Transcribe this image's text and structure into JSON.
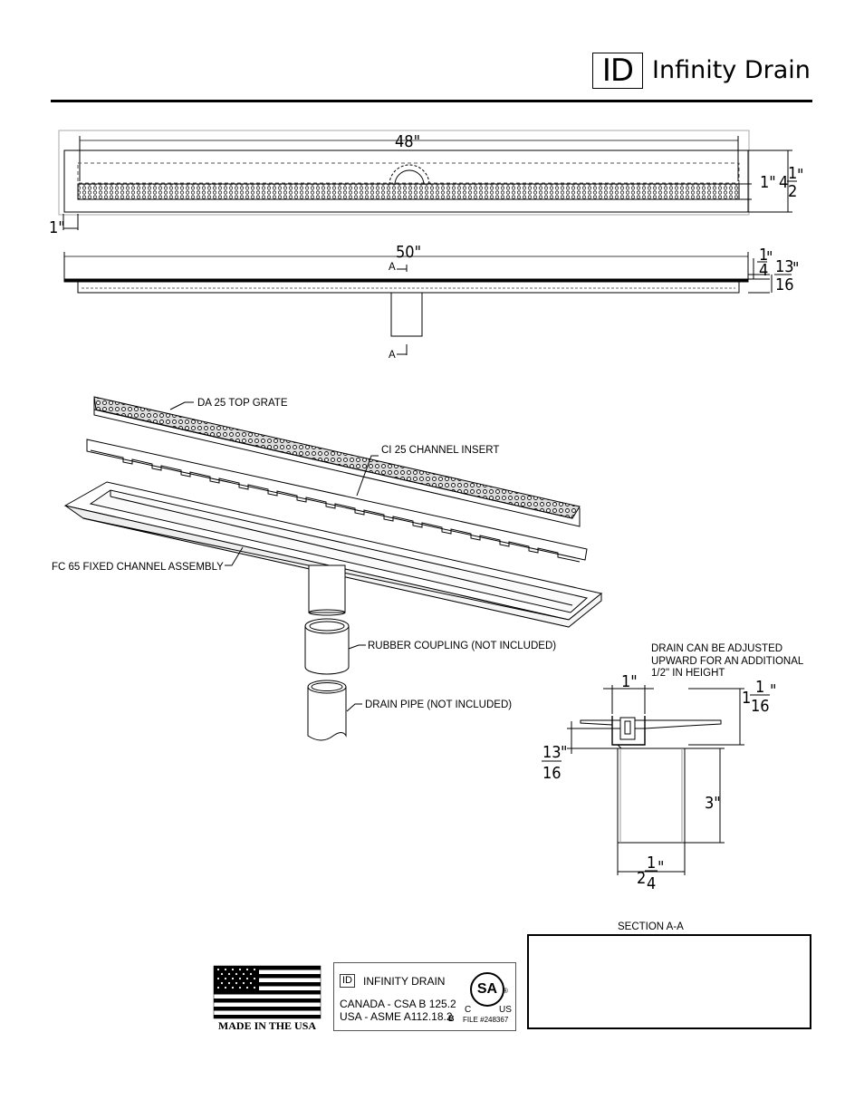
{
  "brand": {
    "id_mark": "ID",
    "name": "Infinity Drain"
  },
  "top_view": {
    "length": "48\"",
    "left_dim": "1\"",
    "right_dim_a": "1\"",
    "right_dim_b": "4",
    "right_frac_num": "1",
    "right_frac_den": "2",
    "right_inch": "\""
  },
  "side_view": {
    "length": "50\"",
    "section_mark_top": "A",
    "section_mark_bottom": "A",
    "h1_num": "1",
    "h1_den": "4",
    "h1_inch": "\"",
    "h2_num": "13",
    "h2_den": "16",
    "h2_inch": "\""
  },
  "exploded": {
    "top_grate": "DA 25 TOP GRATE",
    "channel_insert": "CI 25 CHANNEL INSERT",
    "fixed_channel": "FC 65 FIXED CHANNEL ASSEMBLY",
    "rubber_coupling": "RUBBER COUPLING (NOT INCLUDED)",
    "drain_pipe": "DRAIN PIPE (NOT INCLUDED)"
  },
  "section": {
    "note_1": "DRAIN CAN BE ADJUSTED",
    "note_2": "UPWARD FOR AN ADDITIONAL",
    "note_3": "1/2\" IN HEIGHT",
    "width_top": "1\"",
    "height_top_whole": "1",
    "height_top_num": "1",
    "height_top_den": "16",
    "height_top_inch": "\"",
    "flange_num": "13",
    "flange_den": "16",
    "flange_inch": "\"",
    "pipe_height": "3\"",
    "pipe_width_whole": "2",
    "pipe_width_num": "1",
    "pipe_width_den": "4",
    "pipe_width_inch": "\"",
    "title": "SECTION A-A"
  },
  "badges": {
    "usa_caption": "MADE IN THE USA",
    "cert_id": "ID",
    "cert_name": "INFINITY DRAIN",
    "cert_canada": "CANADA - CSA B 125.2",
    "cert_usa": "USA - ASME A112.18.2",
    "cert_b": "B",
    "csa_mark": "SA",
    "csa_c": "C",
    "csa_us": "US",
    "csa_reg": "®",
    "csa_file": "FILE #248367"
  }
}
